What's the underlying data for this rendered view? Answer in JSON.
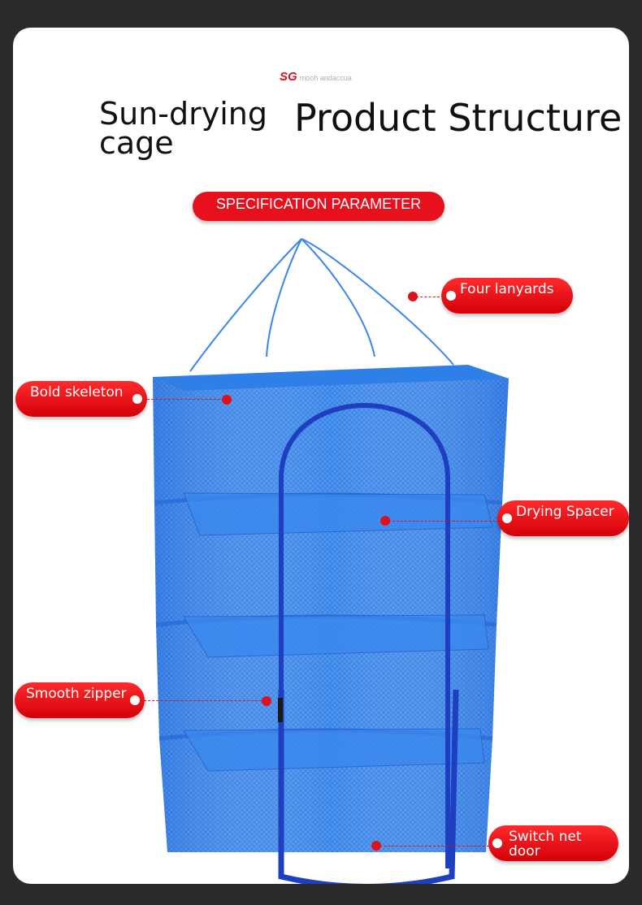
{
  "header": {
    "brand_mark": "SG",
    "brand_text": "mooh andaccua",
    "title_left": "Sun-drying cage",
    "title_right": "Product Structure",
    "spec_label": "SPECIFICATION PARAMETER"
  },
  "callouts": {
    "four_lanyards": "Four lanyards",
    "bold_skeleton": "Bold skeleton",
    "drying_spacer": "Drying Spacer",
    "smooth_zipper": "Smooth zipper",
    "switch_net_door": "Switch net door"
  },
  "colors": {
    "accent_red": "#e8101c",
    "net_blue": "#2b7fe8",
    "net_dark": "#1f4fc4"
  },
  "icons": [
    "drying-net-cage-illustration"
  ]
}
